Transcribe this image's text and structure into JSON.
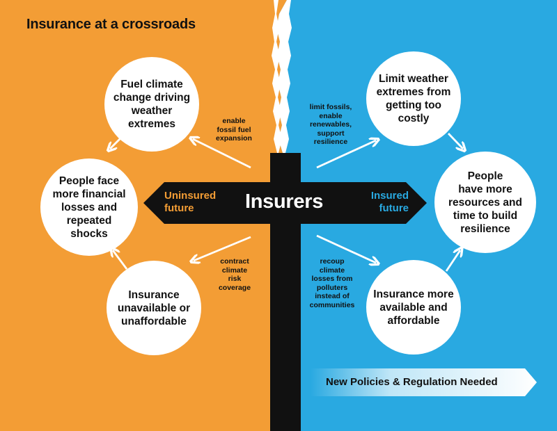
{
  "title": "Insurance at a crossroads",
  "colors": {
    "orange": "#F39D35",
    "blue": "#29A9E1",
    "sign": "#111111"
  },
  "sign": {
    "center": "Insurers",
    "left": "Uninsured\nfuture",
    "right": "Insured\nfuture"
  },
  "uninsured": {
    "top": "Fuel climate\nchange driving\nweather\nextremes",
    "middle": "People face\nmore financial\nlosses and\nrepeated\nshocks",
    "bottom": "Insurance\nunavailable or\nunaffordable",
    "note_top": "enable\nfossil fuel\nexpansion",
    "note_bottom": "contract\nclimate\nrisk\ncoverage"
  },
  "insured": {
    "top": "Limit weather\nextremes from\ngetting too\ncostly",
    "middle": "People\nhave more\nresources and\ntime to build\nresilience",
    "bottom": "Insurance more\navailable and\naffordable",
    "note_top": "limit fossils,\nenable\nrenewables,\nsupport\nresilience",
    "note_bottom": "recoup\nclimate\nlosses from\npolluters\ninstead of\ncommunities"
  },
  "policy_banner": "New Policies & Regulation Needed"
}
